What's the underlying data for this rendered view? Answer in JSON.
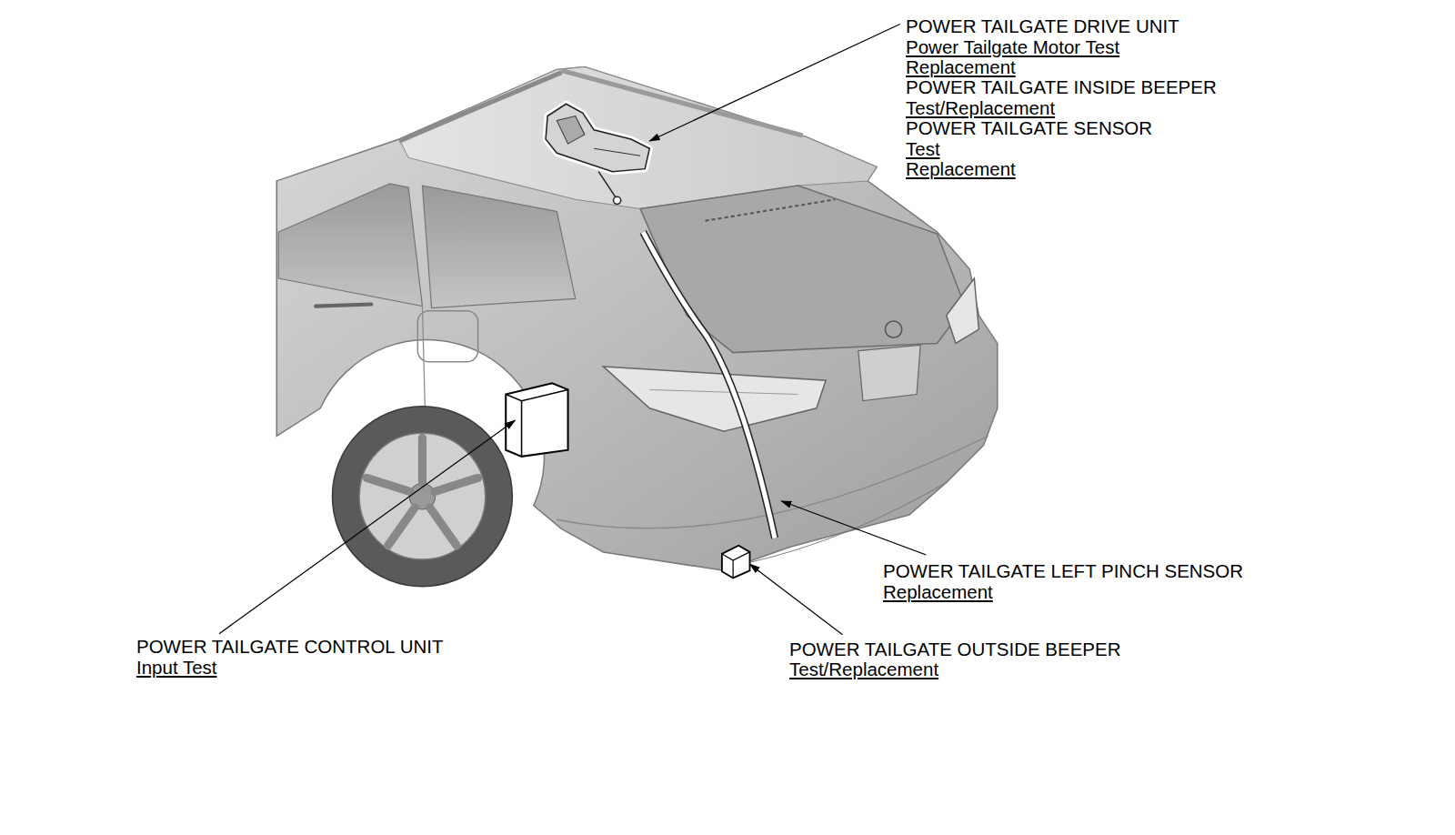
{
  "diagram": {
    "labels": [
      "POWER TAILGATE DRIVE UNIT",
      "Power Tailgate Motor Test",
      "Replacement",
      "POWER TAILGATE INSIDE BEEPER",
      "Test/Replacement",
      "POWER TAILGATE SENSOR",
      "Test",
      "Replacement",
      "POWER TAILGATE LEFT PINCH SENSOR",
      "Replacement",
      "POWER TAILGATE CONTROL UNIT",
      "Input Test",
      "POWER TAILGATE OUTSIDE BEEPER",
      "Test/Replacement"
    ]
  }
}
